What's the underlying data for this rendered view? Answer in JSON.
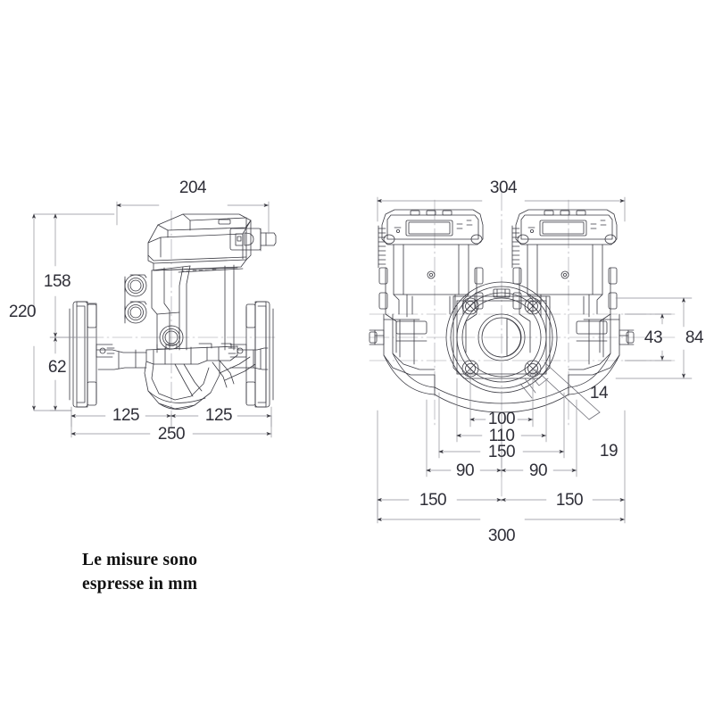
{
  "document": {
    "type": "technical-dimension-drawing",
    "subject": "twin circulator pump dimensional drawing",
    "units_note_line1": "Le misure sono",
    "units_note_line2": "espresse in mm",
    "background_color": "#ffffff",
    "line_color": "#3a3a42",
    "dimension_text_color": "#2f2f38"
  },
  "views": {
    "left": {
      "name": "side-view",
      "dimensions": {
        "top_width": "204",
        "overall_height": "220",
        "upper_height": "158",
        "lower_height": "62",
        "half_width_left": "125",
        "half_width_right": "125",
        "overall_width": "250"
      }
    },
    "right": {
      "name": "front-view-twin-pump",
      "dimensions": {
        "overall_width": "304",
        "bolt_circle_inner": "100",
        "bolt_circle_outer": "110",
        "flange_width": "150",
        "half_span_left": "90",
        "half_span_right": "90",
        "base_half_left": "150",
        "base_half_right": "150",
        "base_width": "300",
        "port_height": "43",
        "body_height": "84",
        "bolt_hole_dia": "14",
        "bolt_detail": "19"
      }
    }
  }
}
